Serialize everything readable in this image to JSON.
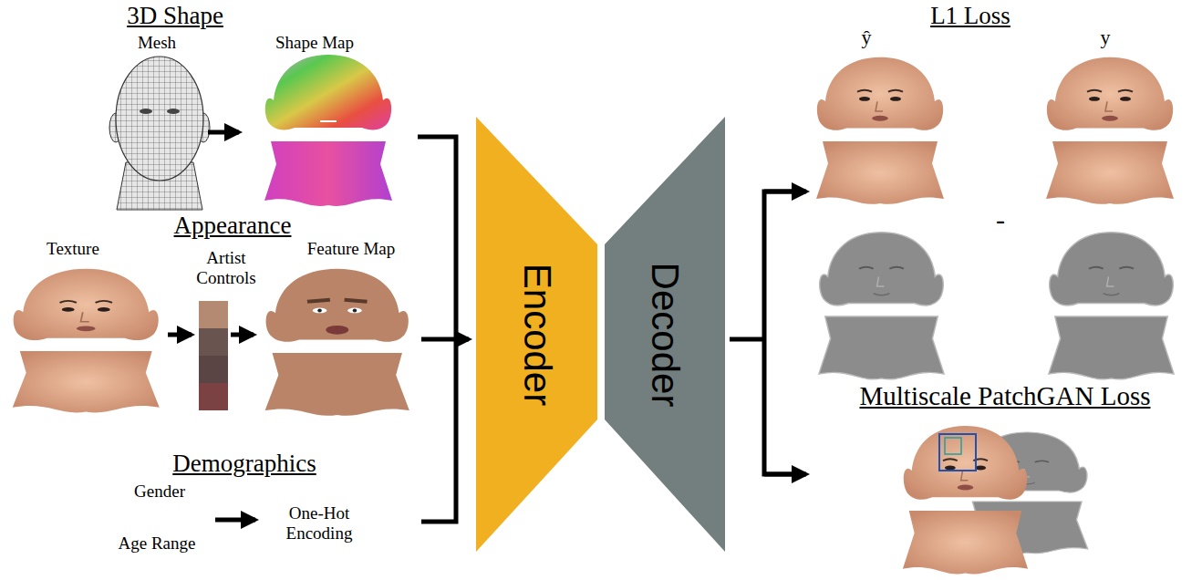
{
  "diagram": {
    "nodes": [
      {
        "text": [
          "Encoder"
        ]
      },
      {
        "text": [
          "Decoder"
        ]
      }
    ],
    "labels": [
      "3D Shape",
      "Mesh",
      "Shape Map",
      "Appearance",
      "Texture",
      "Artist Controls",
      "Feature Map",
      "Demographics",
      "Gender",
      "Age Range",
      "One-Hot Encoding",
      "L1 Loss",
      "ŷ",
      "y",
      "-",
      "Multiscale PatchGAN Loss"
    ]
  }
}
